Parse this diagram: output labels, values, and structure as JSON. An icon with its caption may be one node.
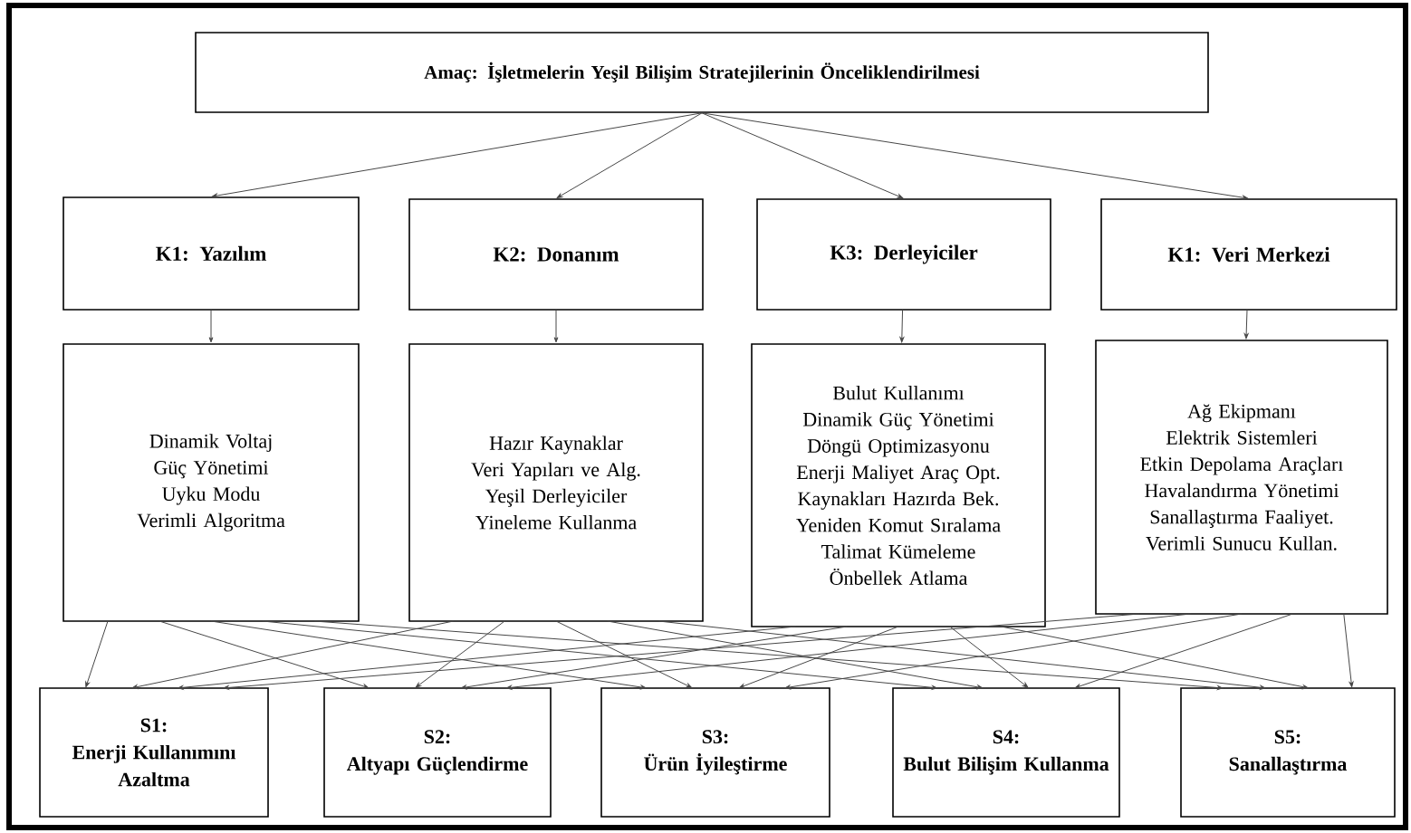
{
  "diagram": {
    "nodes": [
      {
        "text": [
          "Amaç: İşletmelerin Yeşil Bilişim Stratejilerinin Önceliklendirilmesi"
        ]
      },
      {
        "text": [
          "K1: Yazılım"
        ]
      },
      {
        "text": [
          "K2: Donanım"
        ]
      },
      {
        "text": [
          "K3: Derleyiciler"
        ]
      },
      {
        "text": [
          "K1: Veri Merkezi"
        ]
      },
      {
        "text": [
          "Dinamik Voltaj",
          "Güç Yönetimi",
          "Uyku Modu",
          "Verimli Algoritma"
        ]
      },
      {
        "text": [
          "Hazır Kaynaklar",
          "Veri Yapıları ve Alg.",
          "Yeşil Derleyiciler",
          "Yineleme Kullanma"
        ]
      },
      {
        "text": [
          "Bulut Kullanımı",
          "Dinamik Güç Yönetimi",
          "Döngü Optimizasyonu",
          "Enerji Maliyet Araç Opt.",
          "Kaynakları Hazırda Bek.",
          "Yeniden Komut Sıralama",
          "Talimat Kümeleme",
          "Önbellek Atlama"
        ]
      },
      {
        "text": [
          "Ağ Ekipmanı",
          "Elektrik Sistemleri",
          "Etkin Depolama Araçları",
          "Havalandırma Yönetimi",
          "Sanallaştırma Faaliyet.",
          "Verimli Sunucu Kullan."
        ]
      },
      {
        "text": [
          "S1:",
          "Enerji Kullanımını Azaltma"
        ]
      },
      {
        "text": [
          "S2:",
          "Altyapı Güçlendirme"
        ]
      },
      {
        "text": [
          "S3:",
          "Ürün İyileştirme"
        ]
      },
      {
        "text": [
          "S4:",
          "Bulut Bilişim Kullanma"
        ]
      },
      {
        "text": [
          "S5:",
          "Sanallaştırma"
        ]
      }
    ],
    "edges": [
      {
        "from": 0,
        "to": 1,
        "arrow": "to"
      },
      {
        "from": 0,
        "to": 2,
        "arrow": "to"
      },
      {
        "from": 0,
        "to": 3,
        "arrow": "to"
      },
      {
        "from": 0,
        "to": 4,
        "arrow": "to"
      },
      {
        "from": 1,
        "to": 5,
        "arrow": "to"
      },
      {
        "from": 2,
        "to": 6,
        "arrow": "to"
      },
      {
        "from": 3,
        "to": 7,
        "arrow": "to"
      },
      {
        "from": 4,
        "to": 8,
        "arrow": "to"
      },
      {
        "from": 5,
        "to": 9,
        "arrow": "to"
      },
      {
        "from": 5,
        "to": 10,
        "arrow": "to"
      },
      {
        "from": 5,
        "to": 11,
        "arrow": "to"
      },
      {
        "from": 5,
        "to": 12,
        "arrow": "to"
      },
      {
        "from": 5,
        "to": 13,
        "arrow": "to"
      },
      {
        "from": 6,
        "to": 9,
        "arrow": "to"
      },
      {
        "from": 6,
        "to": 10,
        "arrow": "to"
      },
      {
        "from": 6,
        "to": 11,
        "arrow": "to"
      },
      {
        "from": 6,
        "to": 12,
        "arrow": "to"
      },
      {
        "from": 6,
        "to": 13,
        "arrow": "to"
      },
      {
        "from": 7,
        "to": 9,
        "arrow": "to"
      },
      {
        "from": 7,
        "to": 10,
        "arrow": "to"
      },
      {
        "from": 7,
        "to": 11,
        "arrow": "to"
      },
      {
        "from": 7,
        "to": 12,
        "arrow": "to"
      },
      {
        "from": 7,
        "to": 13,
        "arrow": "to"
      },
      {
        "from": 8,
        "to": 9,
        "arrow": "to"
      },
      {
        "from": 8,
        "to": 10,
        "arrow": "to"
      },
      {
        "from": 8,
        "to": 11,
        "arrow": "to"
      },
      {
        "from": 8,
        "to": 12,
        "arrow": "to"
      },
      {
        "from": 8,
        "to": 13,
        "arrow": "to"
      }
    ]
  }
}
